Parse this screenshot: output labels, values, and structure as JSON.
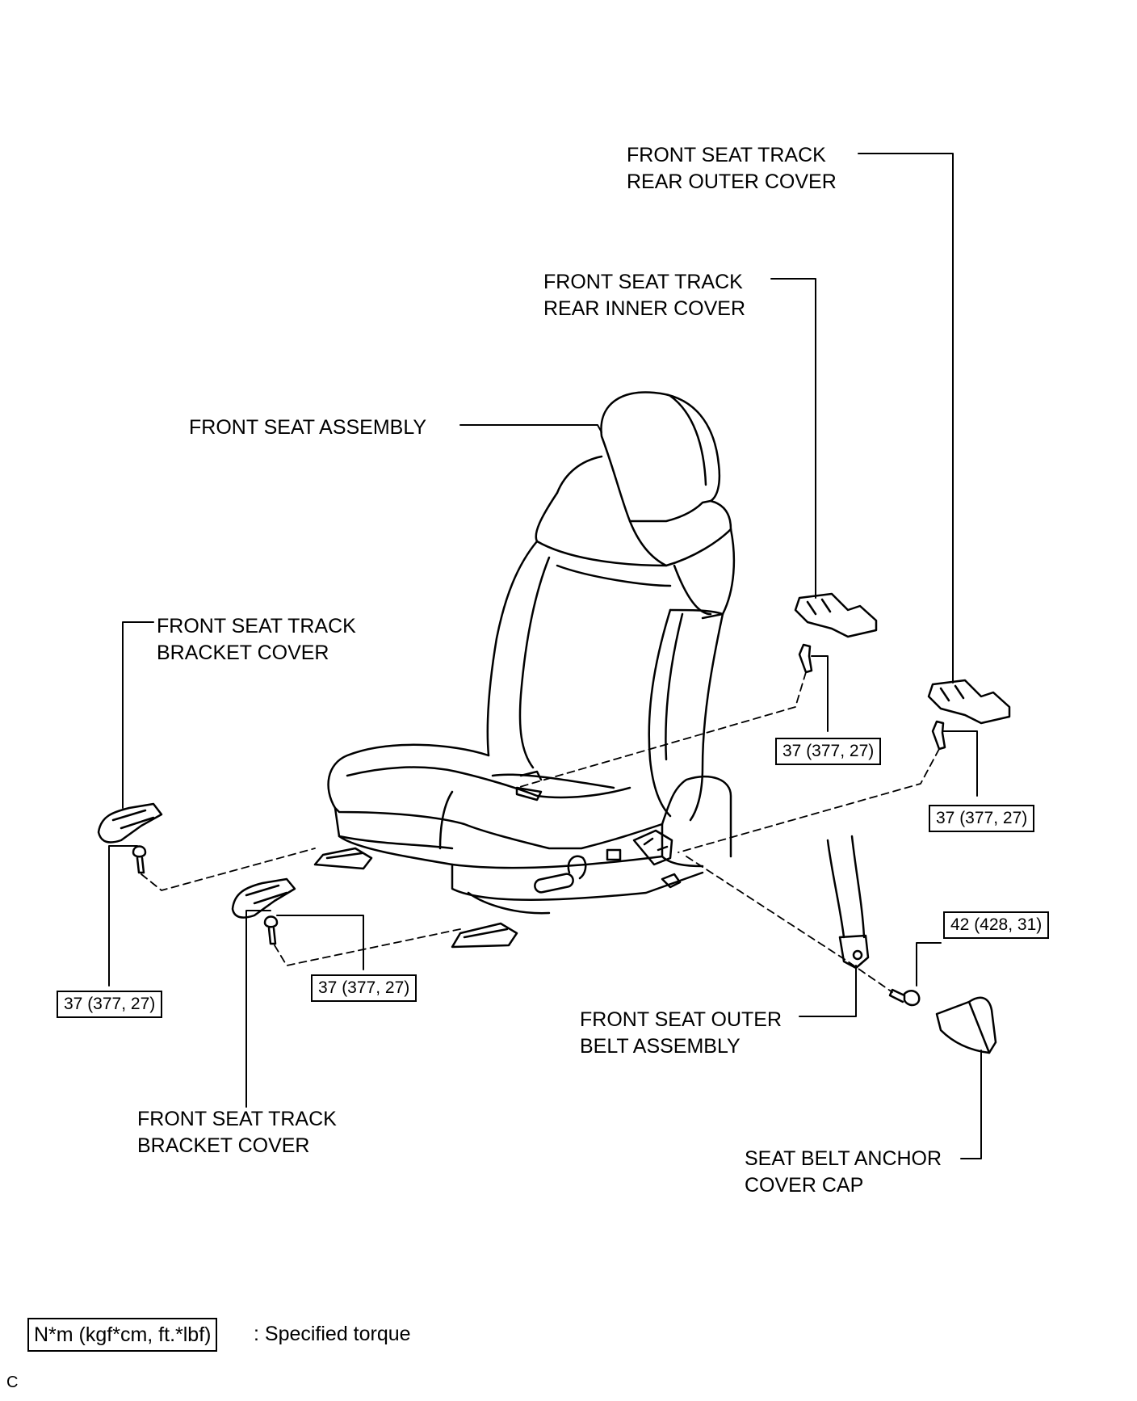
{
  "labels": {
    "rear_outer_cover": [
      "FRONT SEAT TRACK",
      "REAR OUTER COVER"
    ],
    "rear_inner_cover": [
      "FRONT SEAT TRACK",
      "REAR INNER COVER"
    ],
    "seat_assembly": [
      "FRONT SEAT ASSEMBLY"
    ],
    "bracket_cover_upper": [
      "FRONT SEAT TRACK",
      "BRACKET COVER"
    ],
    "bracket_cover_lower": [
      "FRONT SEAT TRACK",
      "BRACKET COVER"
    ],
    "outer_belt": [
      "FRONT SEAT OUTER",
      "BELT ASSEMBLY"
    ],
    "anchor_cover_cap": [
      "SEAT BELT ANCHOR",
      "COVER CAP"
    ]
  },
  "torques": {
    "inner_cover_bolt": "37 (377, 27)",
    "outer_cover_bolt": "37 (377, 27)",
    "left_bracket_bolt": "37 (377, 27)",
    "center_bracket_bolt": "37 (377, 27)",
    "belt_anchor_bolt": "42 (428, 31)"
  },
  "legend": {
    "unit_box": "N*m (kgf*cm, ft.*lbf)",
    "description": ": Specified torque"
  },
  "corner_mark": "C"
}
